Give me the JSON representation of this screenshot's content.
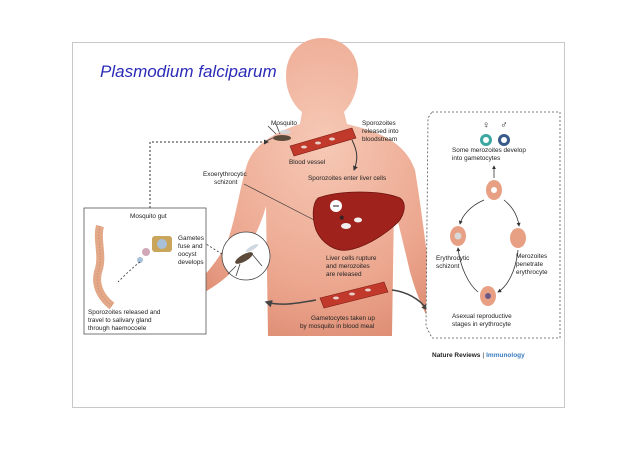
{
  "title": "Plasmodium falciparum",
  "labels": {
    "mosquito": "Mosquito",
    "blood_vessel": "Blood vessel",
    "sporozoites_released": [
      "Sporozoites",
      "released into",
      "bloodstream"
    ],
    "exoerythrocytic": [
      "Exoerythrocytic",
      "schizont"
    ],
    "sporozoites_enter": "Sporozoites enter liver cells",
    "liver_rupture": [
      "Liver cells rupture",
      "and merozoites",
      "are released"
    ],
    "gametocytes_taken": [
      "Gametocytes taken up",
      "by mosquito in blood meal"
    ],
    "mosquito_gut": "Mosquito gut",
    "gametes_fuse": [
      "Gametes",
      "fuse and",
      "oocyst",
      "develops"
    ],
    "sporozoites_travel": [
      "Sporozoites released and",
      "travel to salivary gland",
      "through haemocoele"
    ],
    "some_merozoites": [
      "Some merozoites develop",
      "into gametocytes"
    ],
    "erythrocytic": [
      "Erythrocytic",
      "schizont"
    ],
    "merozoites_penetrate": [
      "Merozoites",
      "penetrate",
      "erythrocyte"
    ],
    "asexual": [
      "Asexual reproductive",
      "stages in erythrocyte"
    ],
    "female_symbol": "♀",
    "male_symbol": "♂"
  },
  "credit": {
    "journal": "Nature Reviews",
    "separator": "|",
    "section": "Immunology"
  },
  "colors": {
    "title": "#2b2bb8",
    "body": "#ecaa94",
    "liver": "#a0221c",
    "credit_section": "#3a7bbf"
  }
}
